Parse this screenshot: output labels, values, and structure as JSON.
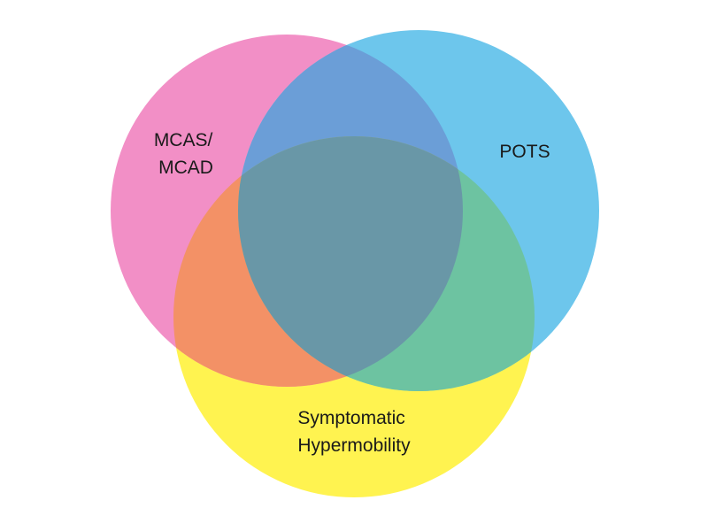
{
  "diagram": {
    "type": "venn",
    "sets": [
      {
        "id": "mcas",
        "label_lines": [
          "MCAS/",
          "MCAD"
        ],
        "color": "#f28fc6"
      },
      {
        "id": "pots",
        "label_lines": [
          "POTS"
        ],
        "color": "#6dc6ec"
      },
      {
        "id": "hypermobility",
        "label_lines": [
          "Symptomatic",
          "Hypermobility"
        ],
        "color": "#fff350"
      }
    ],
    "overlap_colors": {
      "mcas_pots": "#6b9ed7",
      "mcas_hypermobility": "#f39166",
      "pots_hypermobility": "#6dc3a1",
      "all_three": "#6997a7"
    }
  }
}
